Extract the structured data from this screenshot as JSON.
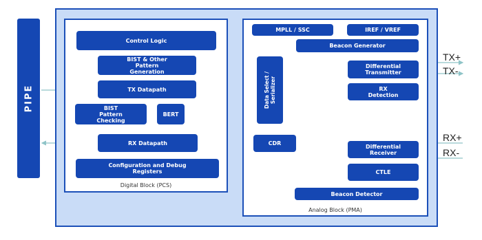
{
  "pipe": {
    "label": "PIPE"
  },
  "digital_block": {
    "caption": "Digital Block (PCS)",
    "control_logic": "Control Logic",
    "bist_gen_line1": "BIST & Other",
    "bist_gen_line2": "Pattern",
    "bist_gen_line3": "Generation",
    "tx_datapath": "TX Datapath",
    "bist_check_line1": "BIST",
    "bist_check_line2": "Pattern",
    "bist_check_line3": "Checking",
    "bert": "BERT",
    "rx_datapath": "RX Datapath",
    "config_line1": "Configuration and Debug",
    "config_line2": "Registers"
  },
  "analog_block": {
    "caption": "Analog Block (PMA)",
    "mpll": "MPLL / SSC",
    "iref": "IREF / VREF",
    "beacon_gen": "Beacon Generator",
    "serializer_line1": "Data Select /",
    "serializer_line2": "Serializer",
    "diff_tx_line1": "Differential",
    "diff_tx_line2": "Transmitter",
    "rx_det_line1": "RX",
    "rx_det_line2": "Detection",
    "cdr": "CDR",
    "diff_rx_line1": "Differential",
    "diff_rx_line2": "Receiver",
    "ctle": "CTLE",
    "beacon_det": "Beacon Detector"
  },
  "pins": {
    "tx_plus": "TX+",
    "tx_minus": "TX-",
    "rx_plus": "RX+",
    "rx_minus": "RX-"
  },
  "colors": {
    "block": "#1547b3",
    "outer_fill": "#c9dcf7",
    "border": "#1b4fb8",
    "arrow": "#8fc4c8"
  }
}
